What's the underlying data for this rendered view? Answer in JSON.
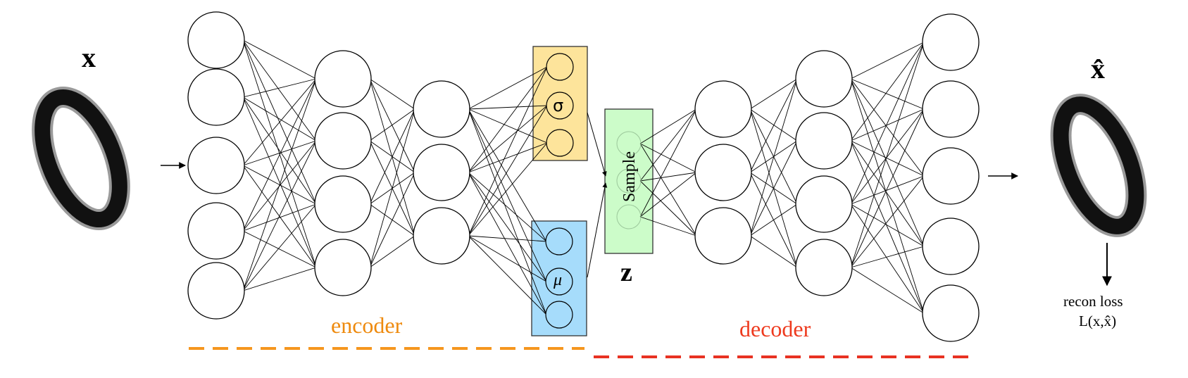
{
  "labels": {
    "input_symbol": "x",
    "output_symbol": "x̂",
    "latent_symbol": "z",
    "sigma": "σ",
    "mu": "μ",
    "sample": "Sample",
    "encoder": "encoder",
    "decoder": "decoder",
    "recon_loss_line1": "recon loss",
    "recon_loss_line2": "L(x,x̂)"
  },
  "colors": {
    "sigma_box": "#fde49b",
    "mu_box": "#a6dcfb",
    "sample_box": "#ccfcc9",
    "encoder_text": "#ee8a0e",
    "decoder_text": "#ee3a1e",
    "encoder_dash": "#f5961e",
    "decoder_dash": "#e83222"
  },
  "layers": {
    "input": 5,
    "encoder_hidden_1": 4,
    "encoder_hidden_2": 3,
    "sigma": 3,
    "mu": 3,
    "sample": 3,
    "decoder_hidden_1": 3,
    "decoder_hidden_2": 4,
    "output": 5
  }
}
